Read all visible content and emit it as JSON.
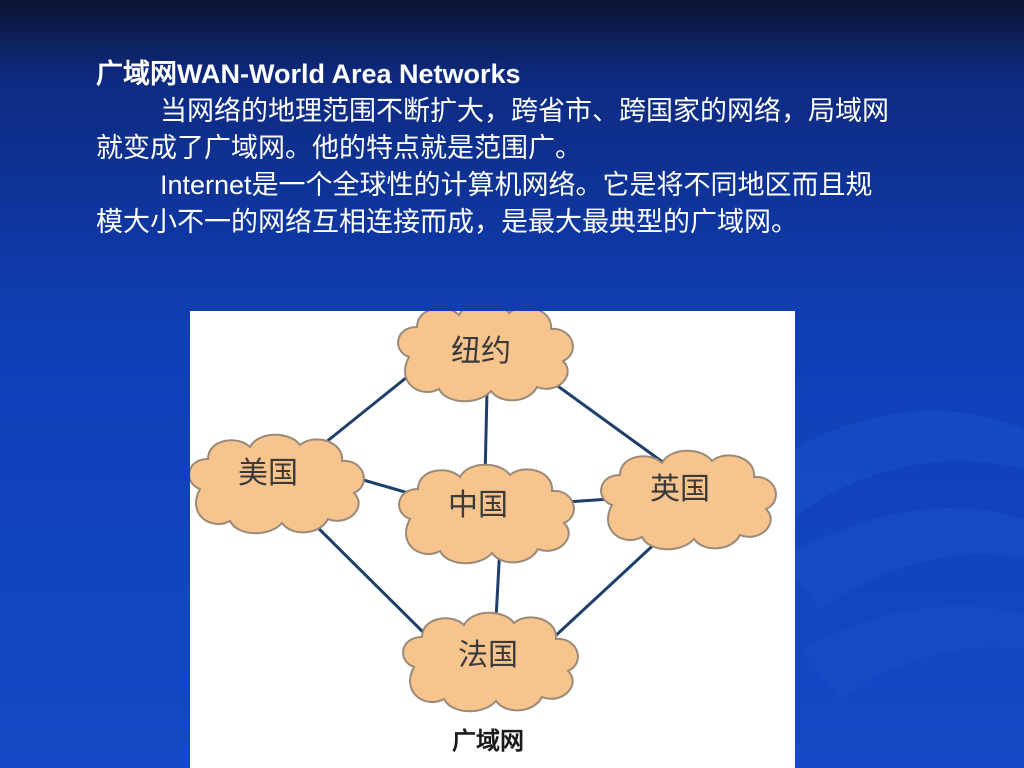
{
  "slide": {
    "heading_cn": "广域网",
    "heading_en": "WAN-World Area Networks",
    "para1": "当网络的地理范围不断扩大，跨省市、跨国家的网络，局域网就变成了广域网。他的特点就是范围广。",
    "para2_en": "Internet",
    "para2_cn": "是一个全球性的计算机网络。它是将不同地区而且规模大小不一的网络互相连接而成，是最大最典型的广域网。"
  },
  "diagram": {
    "nodes": {
      "newyork": "纽约",
      "usa": "美国",
      "china": "中国",
      "uk": "英国",
      "france": "法国"
    },
    "caption": "广域网"
  },
  "colors": {
    "cloud_fill": "#f7c48e",
    "cloud_stroke": "#9a8a78",
    "link": "#1d3f6a",
    "text": "#ffffff"
  }
}
